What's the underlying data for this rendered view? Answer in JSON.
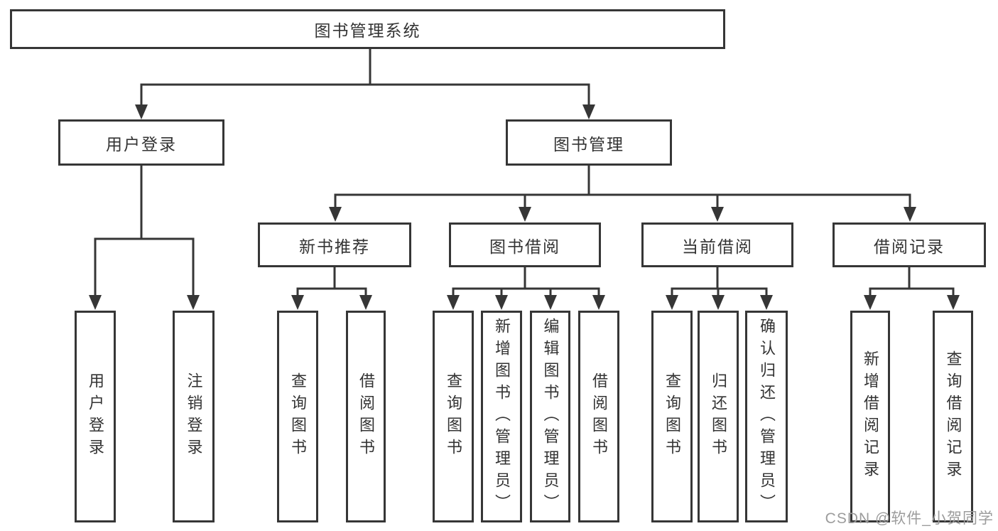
{
  "diagram": {
    "title": "图书管理系统",
    "root": {
      "label": "图书管理系统"
    },
    "login": {
      "label": "用户登录",
      "children": [
        {
          "label": "用户登录"
        },
        {
          "label": "注销登录"
        }
      ]
    },
    "management": {
      "label": "图书管理",
      "groups": [
        {
          "label": "新书推荐",
          "children": [
            {
              "label": "查询图书"
            },
            {
              "label": "借阅图书"
            }
          ]
        },
        {
          "label": "图书借阅",
          "children": [
            {
              "label": "查询图书"
            },
            {
              "label": "新增图书（管理员）"
            },
            {
              "label": "编辑图书（管理员）"
            },
            {
              "label": "借阅图书"
            }
          ]
        },
        {
          "label": "当前借阅",
          "children": [
            {
              "label": "查询图书"
            },
            {
              "label": "归还图书"
            },
            {
              "label": "确认归还（管理员）"
            }
          ]
        },
        {
          "label": "借阅记录",
          "children": [
            {
              "label": "新增借阅记录"
            },
            {
              "label": "查询借阅记录"
            }
          ]
        }
      ]
    },
    "watermark": "CSDN @软件_小贺同学",
    "colors": {
      "line": "#363636",
      "text": "#333333",
      "watermark": "#9c9c9c",
      "background": "#ffffff"
    }
  }
}
